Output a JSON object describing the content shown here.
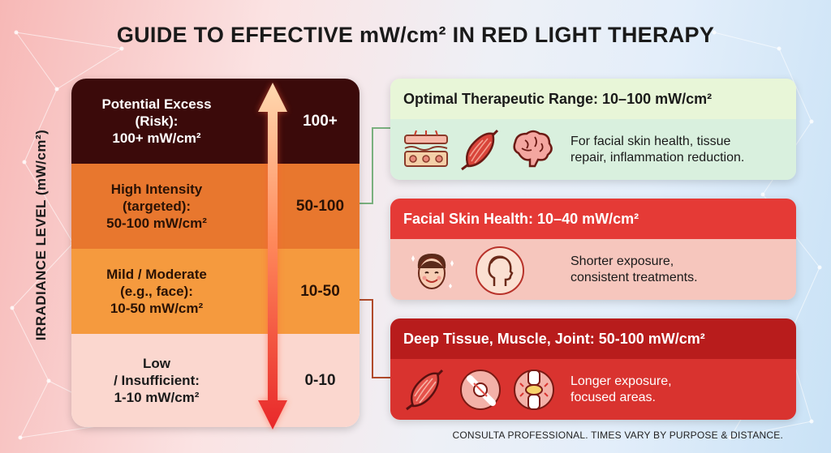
{
  "title": "GUIDE TO EFFECTIVE mW/cm² IN RED LIGHT THERAPY",
  "y_axis_label": "IRRADIANCE LEVEL (mW/cm²)",
  "levels": [
    {
      "label": "Potential Excess\n(Risk):\n100+ mW/cm²",
      "value": "100+",
      "bg": "#3b0a0a",
      "text_color": "#ffffff"
    },
    {
      "label": "High Intensity\n(targeted):\n50-100 mW/cm²",
      "value": "50-100",
      "bg": "#e8772e",
      "text_color": "#2a1205"
    },
    {
      "label": "Mild / Moderate\n(e.g., face):\n10-50 mW/cm²",
      "value": "10-50",
      "bg": "#f59a3e",
      "text_color": "#2a1205"
    },
    {
      "label": "Low\n/ Insufficient:\n1-10 mW/cm²",
      "value": "0-10",
      "bg": "#fbd7cf",
      "text_color": "#1a1a1a"
    }
  ],
  "cards": [
    {
      "title": "Optimal Therapeutic Range: 10–100 mW/cm²",
      "desc": "For facial skin health, tissue\nrepair, inflammation reduction.",
      "head_color": "#e8f6d8",
      "body_color": "#d9f0de",
      "title_color": "#1a1a1a",
      "icons": [
        "skin-layers-icon",
        "muscle-icon",
        "brain-icon"
      ]
    },
    {
      "title": "Facial Skin Health: 10–40 mW/cm²",
      "desc": "Shorter exposure,\nconsistent treatments.",
      "head_color": "#e53a36",
      "body_color": "#f6c6bd",
      "title_color": "#ffffff",
      "icons": [
        "smiling-face-icon",
        "head-profile-icon"
      ]
    },
    {
      "title": "Deep Tissue, Muscle, Joint: 50-100 mW/cm²",
      "desc": "Longer exposure,\nfocused areas.",
      "head_color": "#b81c1c",
      "body_color": "#d9332f",
      "title_color": "#ffffff",
      "icons": [
        "muscle-icon",
        "joint-icon",
        "knee-icon"
      ]
    }
  ],
  "footer": "CONSULTA PROFESSIONAL. TIMES VARY BY PURPOSE & DISTANCE."
}
